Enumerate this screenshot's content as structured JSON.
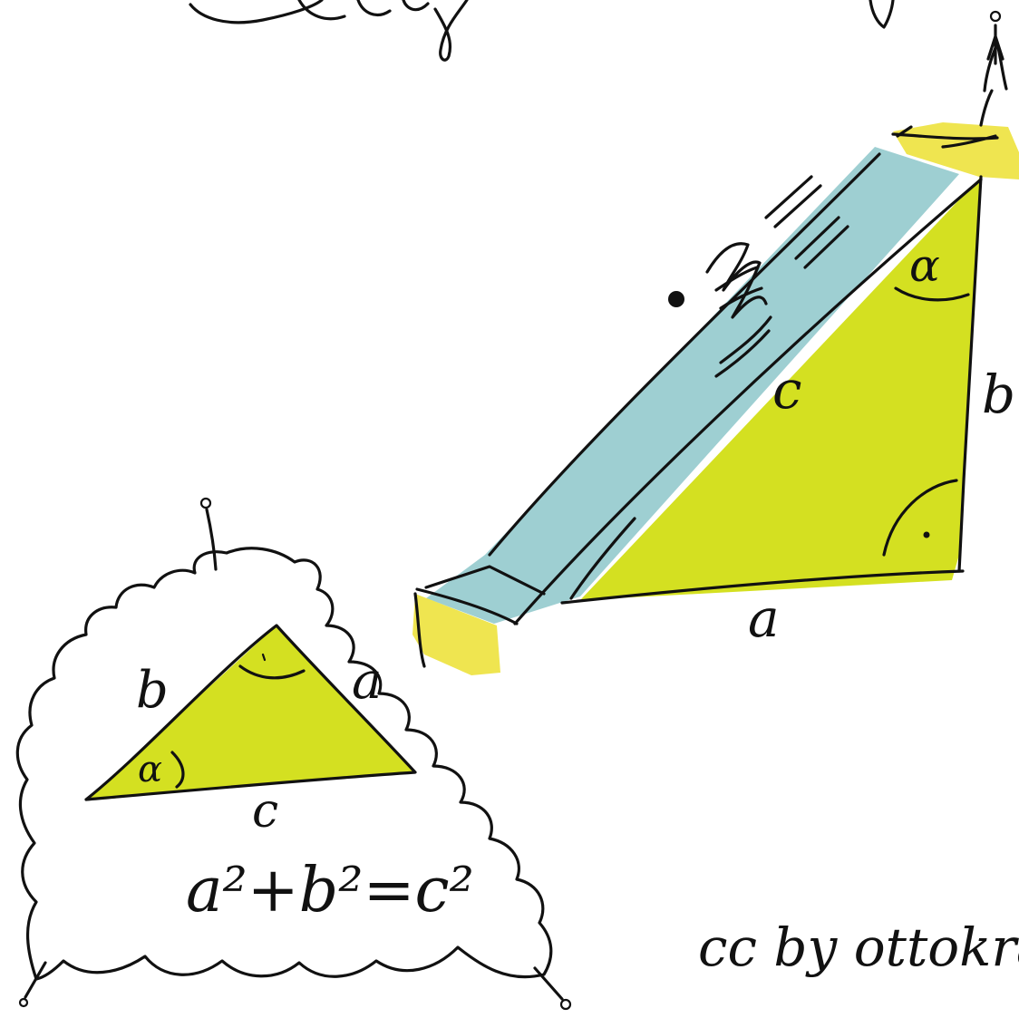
{
  "colors": {
    "triangle_fill": "#d4e021",
    "board_fill": "#9ecfd2",
    "block_fill": "#efe550",
    "ink": "#111111",
    "background": "#ffffff"
  },
  "labels": {
    "big_hypotenuse": "c",
    "big_vertical": "b",
    "big_base": "a",
    "big_angle": "α",
    "small_left_side": "b",
    "small_right_side": "a",
    "small_base": "c",
    "small_angle": "α",
    "formula": "a²+b²=c²",
    "credit": "cc by ottokrat"
  }
}
